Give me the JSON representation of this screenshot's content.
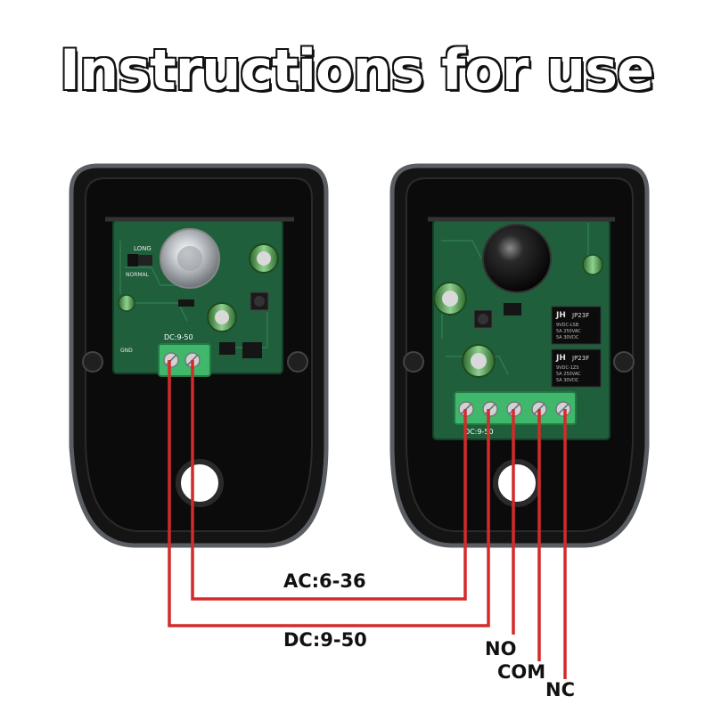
{
  "title": "Instructions for use",
  "transmitter": {
    "label_long": "LONG",
    "label_normal": "NORMAL",
    "label_gnd": "GND",
    "terminal_label": "DC:9-50"
  },
  "receiver": {
    "terminal_label": "DC:9-50",
    "relay1_brand": "JH",
    "relay1_model": "JP23F",
    "relay1_line1": "9VDC-LSB",
    "relay1_line2": "5A 250VAC",
    "relay1_line3": "5A 30VDC",
    "relay2_brand": "JH",
    "relay2_model": "JP23F",
    "relay2_line1": "9VDC-1ZS",
    "relay2_line2": "5A 250VAC",
    "relay2_line3": "5A 30VDC"
  },
  "wires": {
    "ac_label": "AC:6-36",
    "dc_label": "DC:9-50",
    "no_label": "NO",
    "com_label": "COM",
    "nc_label": "NC"
  },
  "colors": {
    "wire": "#d42a2a",
    "housing": "#141414",
    "housing_edge": "#5a5e63",
    "pcb": "#1f5f3c",
    "terminal": "#3fb86b"
  }
}
